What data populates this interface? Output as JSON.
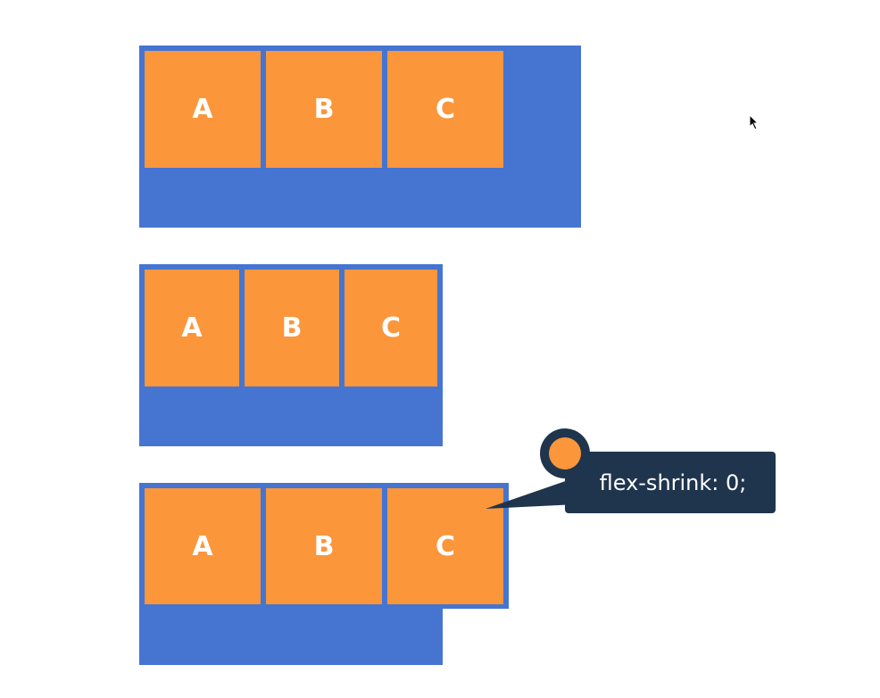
{
  "colors": {
    "container": "#4575d1",
    "item": "#fb963b",
    "item_text": "#ffffff",
    "callout_bg": "#1f354d",
    "callout_text": "#ffffff",
    "background": "#ffffff"
  },
  "examples": [
    {
      "items": [
        "A",
        "B",
        "C"
      ]
    },
    {
      "items": [
        "A",
        "B",
        "C"
      ]
    },
    {
      "items": [
        "A",
        "B",
        "C"
      ]
    }
  ],
  "callout": {
    "text": "flex-shrink: 0;"
  },
  "icons": {
    "cursor": "mouse-pointer-icon",
    "callout_marker": "callout-dot-icon"
  }
}
